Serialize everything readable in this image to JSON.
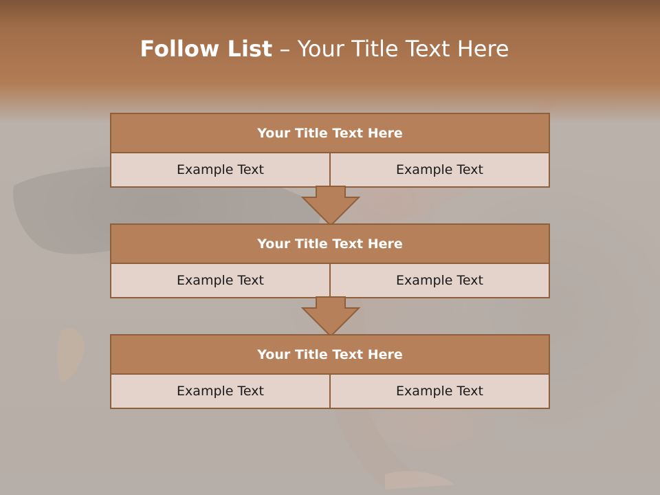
{
  "slide": {
    "title_bold": "Follow List",
    "title_rest": " – Your Title Text Here"
  },
  "colors": {
    "header": "#b27c55",
    "block_title": "#b6805a",
    "block_cell": "#e3d3cb",
    "border": "#8f5e3a"
  },
  "blocks": [
    {
      "title": "Your Title Text Here",
      "left": "Example Text",
      "right": "Example Text"
    },
    {
      "title": "Your Title Text Here",
      "left": "Example Text",
      "right": "Example Text"
    },
    {
      "title": "Your Title Text Here",
      "left": "Example Text",
      "right": "Example Text"
    }
  ]
}
